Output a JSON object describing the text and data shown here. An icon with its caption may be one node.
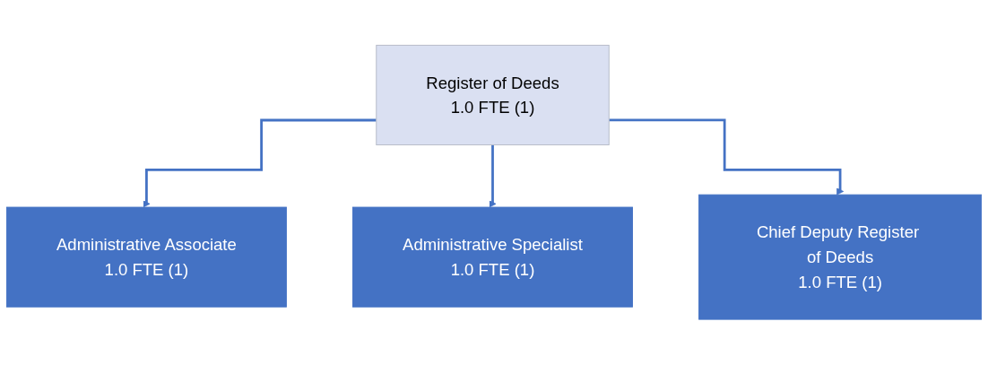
{
  "diagram": {
    "nodes": [
      {
        "text": [
          "Register of Deeds",
          "1.0 FTE (1)"
        ]
      },
      {
        "text": [
          "Administrative Associate",
          "1.0 FTE (1)"
        ]
      },
      {
        "text": [
          "Administrative Specialist",
          "1.0 FTE (1)"
        ]
      },
      {
        "text": [
          "Chief Deputy Register of Deeds",
          "1.0 FTE (1)"
        ]
      }
    ],
    "edges": [
      {
        "from": 0,
        "to": 1,
        "arrow": "to"
      },
      {
        "from": 0,
        "to": 2,
        "arrow": "to"
      },
      {
        "from": 0,
        "to": 3,
        "arrow": "to"
      }
    ]
  }
}
